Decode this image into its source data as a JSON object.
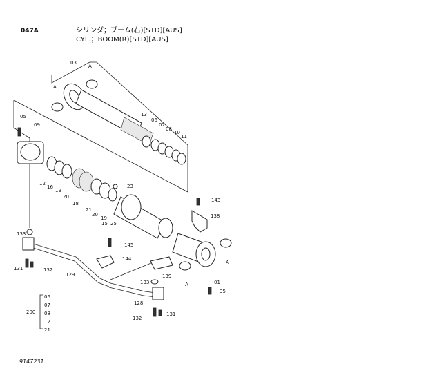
{
  "header": {
    "code": "047A",
    "title_jp": "シリンダ；ブーム(右)[STD][AUS]",
    "title_en": "CYL.；BOOM(R)[STD][AUS]"
  },
  "footer": {
    "doc_number": "9147231"
  },
  "callouts": {
    "c03": "03",
    "cA1": "A",
    "cA2": "A",
    "cA3": "A",
    "cA4": "A",
    "c05": "05",
    "c09": "09",
    "c13": "13",
    "c06": "06",
    "c07": "07",
    "c08": "08",
    "c10": "10",
    "c11": "11",
    "c12": "12",
    "c16": "16",
    "c19": "19",
    "c20a": "20",
    "c18": "18",
    "c21": "21",
    "c20b": "20",
    "c19b": "19",
    "c15": "15",
    "c25": "25",
    "c23": "23",
    "c143": "143",
    "c138": "138",
    "c133a": "133",
    "c145": "145",
    "c144": "144",
    "c131a": "131",
    "c132a": "132",
    "c129": "129",
    "c139": "139",
    "c01": "01",
    "c35": "35",
    "c133b": "133",
    "c128": "128",
    "c132b": "132",
    "c131b": "131"
  },
  "kit": {
    "label": "200",
    "items": [
      "06",
      "07",
      "08",
      "12",
      "21"
    ]
  }
}
